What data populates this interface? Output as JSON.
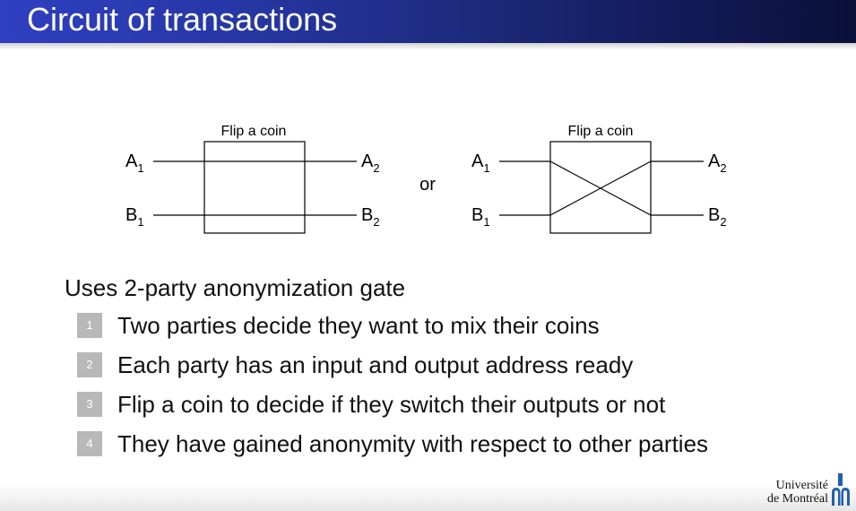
{
  "slide": {
    "title": "Circuit of transactions"
  },
  "diagram": {
    "left": {
      "label": "Flip a coin",
      "in_top": {
        "base": "A",
        "sub": "1"
      },
      "in_bottom": {
        "base": "B",
        "sub": "1"
      },
      "out_top": {
        "base": "A",
        "sub": "2"
      },
      "out_bottom": {
        "base": "B",
        "sub": "2"
      }
    },
    "separator": "or",
    "right": {
      "label": "Flip a coin",
      "in_top": {
        "base": "A",
        "sub": "1"
      },
      "in_bottom": {
        "base": "B",
        "sub": "1"
      },
      "out_top": {
        "base": "A",
        "sub": "2"
      },
      "out_bottom": {
        "base": "B",
        "sub": "2"
      }
    }
  },
  "content": {
    "lead": "Uses 2-party anonymization gate",
    "items": [
      {
        "num": "1",
        "text": "Two parties decide they want to mix their coins"
      },
      {
        "num": "2",
        "text": "Each party has an input and output address ready"
      },
      {
        "num": "3",
        "text": "Flip a coin to decide if they switch their outputs or not"
      },
      {
        "num": "4",
        "text": "They have gained anonymity with respect to other parties"
      }
    ]
  },
  "logo": {
    "line1": "Université",
    "line2": "de Montréal",
    "icon": "udem-logo-icon",
    "color": "#1f5fb0"
  }
}
